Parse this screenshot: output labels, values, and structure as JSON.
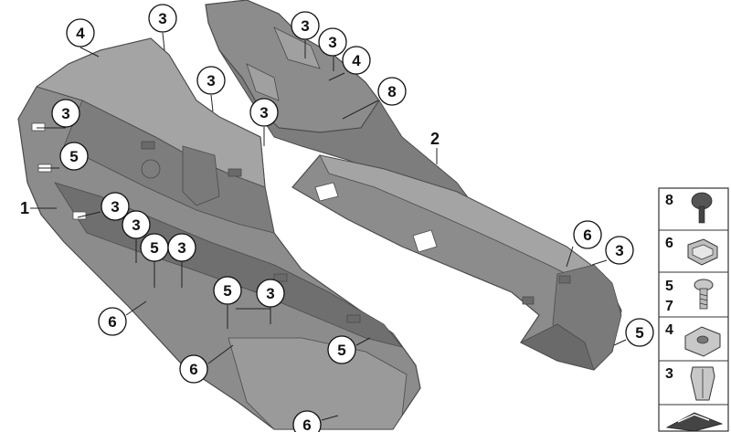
{
  "part_labels": {
    "left_panel": "1",
    "right_panel": "2"
  },
  "callouts": [
    {
      "id": "c1",
      "label": "4"
    },
    {
      "id": "c2",
      "label": "3"
    },
    {
      "id": "c3",
      "label": "3"
    },
    {
      "id": "c4",
      "label": "3"
    },
    {
      "id": "c5",
      "label": "3"
    },
    {
      "id": "c6",
      "label": "5"
    },
    {
      "id": "c7",
      "label": "3"
    },
    {
      "id": "c8",
      "label": "3"
    },
    {
      "id": "c9",
      "label": "5"
    },
    {
      "id": "c10",
      "label": "3"
    },
    {
      "id": "c11",
      "label": "6"
    },
    {
      "id": "c12",
      "label": "5"
    },
    {
      "id": "c13",
      "label": "3"
    },
    {
      "id": "c14",
      "label": "5"
    },
    {
      "id": "c15",
      "label": "6"
    },
    {
      "id": "c16",
      "label": "6"
    },
    {
      "id": "c17",
      "label": "3"
    },
    {
      "id": "c18",
      "label": "3"
    },
    {
      "id": "c19",
      "label": "4"
    },
    {
      "id": "c20",
      "label": "8"
    },
    {
      "id": "c21",
      "label": "6"
    },
    {
      "id": "c22",
      "label": "3"
    },
    {
      "id": "c23",
      "label": "5"
    }
  ],
  "legend": [
    {
      "label": "8",
      "icon": "push-rivet-icon"
    },
    {
      "label": "6",
      "icon": "spring-clip-icon"
    },
    {
      "label": "5",
      "label2": "7",
      "icon": "screw-icon"
    },
    {
      "label": "4",
      "icon": "clip-nut-icon"
    },
    {
      "label": "3",
      "icon": "expanding-clip-icon"
    },
    {
      "label": "",
      "icon": "part-symbol-icon"
    }
  ],
  "colors": {
    "panel_fill": "#8c8c8c",
    "panel_dark": "#6f6f6f",
    "panel_light": "#a4a4a4",
    "outline": "#4a4a4a",
    "legend_border": "#333333"
  }
}
